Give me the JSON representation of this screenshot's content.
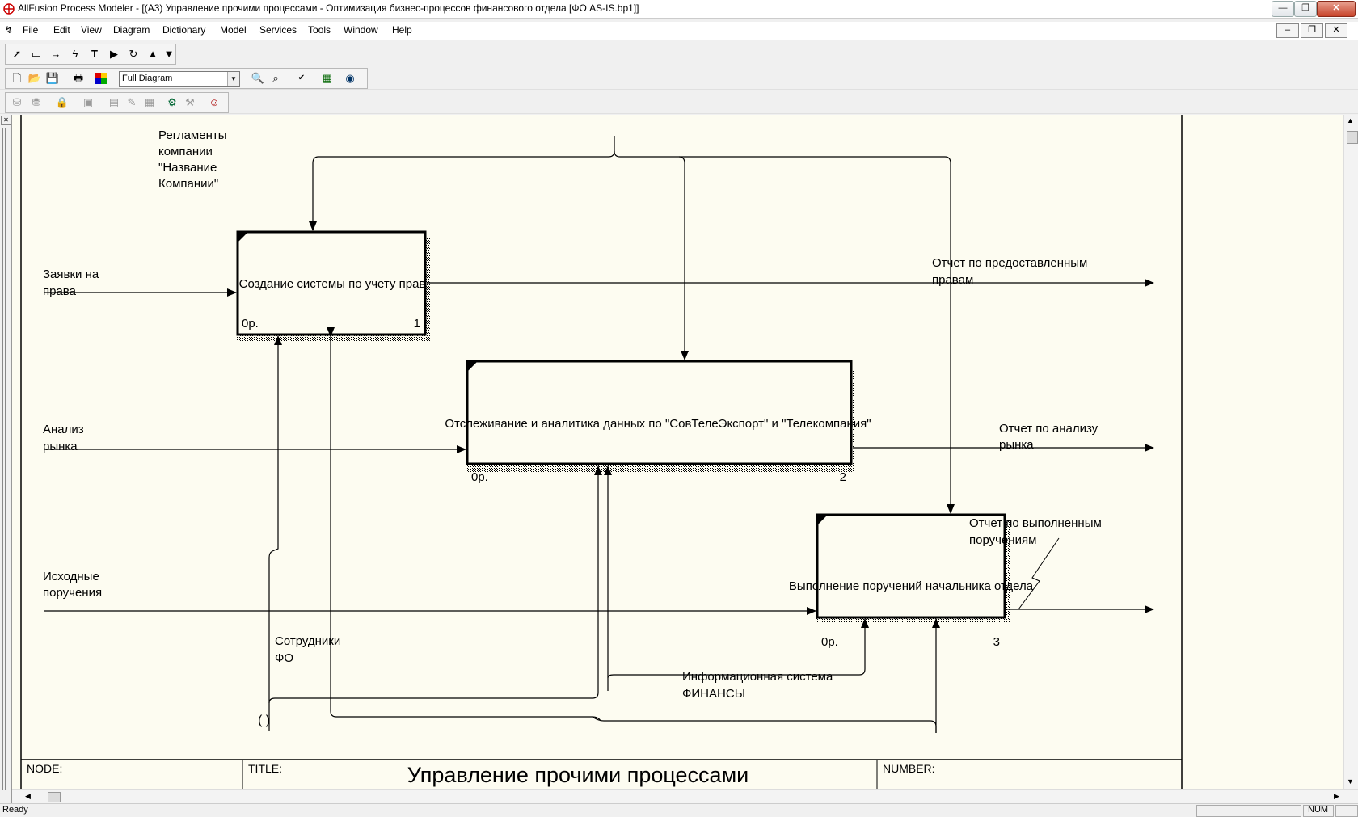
{
  "window": {
    "title": "AllFusion Process Modeler - [(A3) Управление прочими процессами - Оптимизация бизнес-процессов финансового отдела  [ФО AS-IS.bp1]]",
    "minimize": "—",
    "maximize": "❐",
    "close": "✕"
  },
  "menu": {
    "items": [
      "File",
      "Edit",
      "View",
      "Diagram",
      "Dictionary",
      "Model",
      "Services",
      "Tools",
      "Window",
      "Help"
    ]
  },
  "toolbar": {
    "zoom_value": "Full Diagram"
  },
  "diagram": {
    "activities": [
      {
        "name": "Создание системы по учету прав",
        "cost": "0р.",
        "number": "1"
      },
      {
        "name": "Отслеживание и аналитика данных по \"СовТелеЭкспорт\" и \"Телекомпания\"",
        "cost": "0р.",
        "number": "2"
      },
      {
        "name": "Выполнение поручений начальника отдела",
        "cost": "0р.",
        "number": "3"
      }
    ],
    "arrow_labels": {
      "control": [
        "Регламенты",
        "компании",
        "\"Название",
        "Компании\""
      ],
      "input1": [
        "Заявки на",
        "права"
      ],
      "input2": [
        "Анализ",
        "рынка"
      ],
      "input3": [
        "Исходные",
        "поручения"
      ],
      "output1": [
        "Отчет по предоставленным",
        "правам"
      ],
      "output2": [
        "Отчет по анализу",
        "рынка"
      ],
      "output3": [
        "Отчет по выполненным",
        "поручениям"
      ],
      "mech1": [
        "Сотрудники",
        "ФО"
      ],
      "mech2": [
        "Информационная система",
        "ФИНАНСЫ"
      ],
      "tunnel": "( )"
    },
    "frame": {
      "node_label": "NODE:",
      "title_label": "TITLE:",
      "number_label": "NUMBER:",
      "title_value": "Управление прочими процессами"
    }
  },
  "status": {
    "ready": "Ready",
    "num": "NUM"
  }
}
